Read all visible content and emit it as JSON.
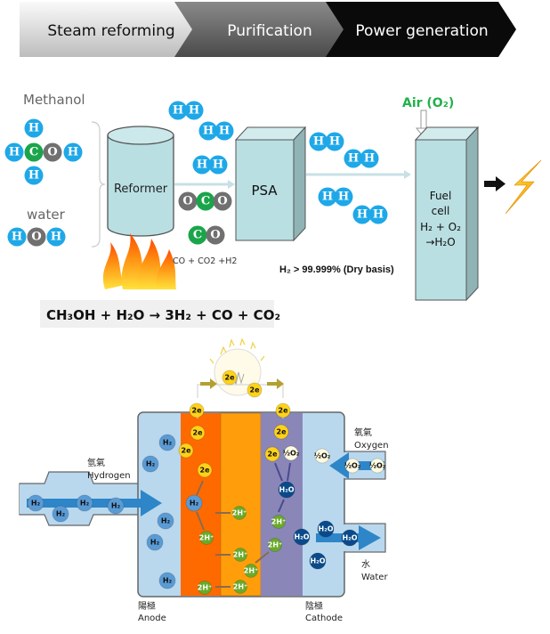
{
  "banner": {
    "steps": [
      "Steam reforming",
      "Purification",
      "Power generation"
    ]
  },
  "process": {
    "methanol_label": "Methanol",
    "water_label": "water",
    "reformer_label": "Reformer",
    "psa_label": "PSA",
    "byproducts_label": "CO + CO2 +H2",
    "purity_label": "H₂ > 99.999% (Dry basis)",
    "air_label": "Air (O₂)",
    "fuel_cell_lines": [
      "Fuel",
      "cell",
      "H₂ + O₂",
      "→H₂O"
    ],
    "equation": "CH₃OH + H₂O → 3H₂ + CO + CO₂",
    "atoms": {
      "methanol": [
        "H",
        "H",
        "C",
        "O",
        "H",
        "H"
      ],
      "water": [
        "H",
        "O",
        "H"
      ],
      "hydrogen": [
        "H",
        "H"
      ],
      "co2": [
        "O",
        "C",
        "O"
      ],
      "co": [
        "C",
        "O"
      ]
    },
    "colors": {
      "H": "#1ea8e8",
      "C": "#1aa54a",
      "O": "#707070",
      "green_text": "#22b04b",
      "box": "#b9dfe2"
    }
  },
  "fuel_cell": {
    "hydrogen_zh": "氫氣",
    "hydrogen_en": "Hydrogen",
    "oxygen_zh": "氧氣",
    "oxygen_en": "Oxygen",
    "water_zh": "水",
    "water_en": "Water",
    "anode_zh": "陽極",
    "anode_en": "Anode",
    "cathode_zh": "陰極",
    "cathode_en": "Cathode",
    "electron_label": "2e",
    "proton_label": "2H⁺",
    "h2_label": "H₂",
    "h2o_label": "H₂O",
    "o2_label": "½O₂",
    "colors": {
      "anode": "#b9d8ee",
      "catalyst_anode": "#ff6a00",
      "membrane": "#ff9e0a",
      "catalyst_cathode": "#8a86b8",
      "cathode": "#b9d8ee",
      "flow_arrow": "#2e86c8"
    }
  }
}
